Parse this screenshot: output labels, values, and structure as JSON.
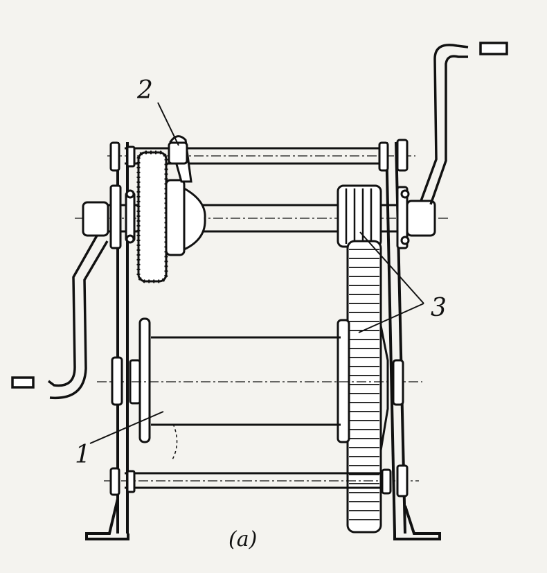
{
  "figure": {
    "callouts": {
      "drum": "1",
      "pawl": "2",
      "gears": "3"
    },
    "caption": "(a)"
  },
  "colors": {
    "ink": "#111111",
    "paper": "#f4f3ef"
  }
}
